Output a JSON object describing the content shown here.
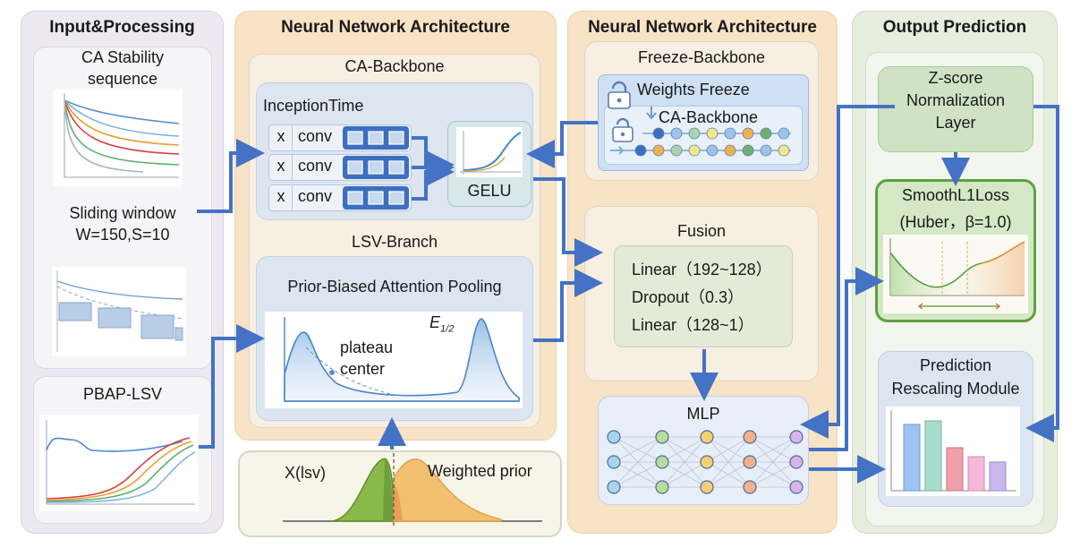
{
  "input": {
    "title": "Input&Processing",
    "ca_line1": "CA Stability",
    "ca_line2": "sequence",
    "sliding_line1": "Sliding window",
    "sliding_line2": "W=150,S=10",
    "pbap_title": "PBAP-LSV"
  },
  "nn1": {
    "title": "Neural Network Architecture",
    "backbone_title": "CA-Backbone",
    "inception_title": "InceptionTime",
    "x_label": "x",
    "conv_label": "conv",
    "gelu_label": "GELU",
    "lsv_title": "LSV-Branch",
    "pbap_pool_title": "Prior-Biased Attention Pooling",
    "plateau_line1": "plateau",
    "plateau_line2": "center",
    "e_label": "E",
    "e_sub": "1/2",
    "xlsv_label": "X(lsv)",
    "weighted_prior_label": "Weighted prior"
  },
  "nn2": {
    "title": "Neural Network Architecture",
    "freeze_title": "Freeze-Backbone",
    "weights_freeze": "Weights Freeze",
    "ca_backbone": "CA-Backbone",
    "fusion_title": "Fusion",
    "fusion_layers": [
      "Linear（192~128）",
      "Dropout（0.3）",
      "Linear（128~1）"
    ],
    "mlp_title": "MLP"
  },
  "output": {
    "title": "Output Prediction",
    "zscore_line1": "Z-score",
    "zscore_line2": "Normalization",
    "zscore_line3": "Layer",
    "loss_line1": "SmoothL1Loss",
    "loss_line2": "(Huber，β=1.0)",
    "rescale_line1": "Prediction",
    "rescale_line2": "Rescaling Module"
  },
  "colors": {
    "arrow": "#4472c4",
    "lavender_panel": "#ece9f2",
    "orange_panel": "#f8e3c6",
    "green_panel": "#e6eedd",
    "blue_box": "#dde5f1",
    "green_box": "#cfe3c4",
    "loss_border": "#5ea040"
  },
  "icons": {
    "lock": "lock-icon",
    "arrow_down": "arrow-down-icon"
  }
}
